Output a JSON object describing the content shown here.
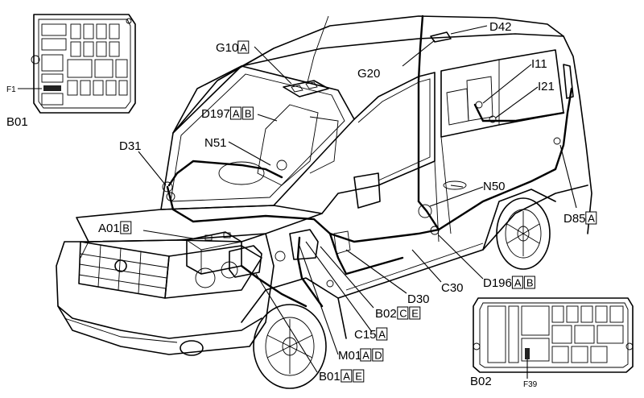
{
  "labels": {
    "g10": {
      "code": "G10",
      "boxes": [
        "A"
      ]
    },
    "d42": {
      "code": "D42",
      "boxes": []
    },
    "g20": {
      "code": "G20",
      "boxes": []
    },
    "i11": {
      "code": "I11",
      "boxes": []
    },
    "i21": {
      "code": "I21",
      "boxes": []
    },
    "d197": {
      "code": "D197",
      "boxes": [
        "A",
        "B"
      ]
    },
    "n51": {
      "code": "N51",
      "boxes": []
    },
    "d31": {
      "code": "D31",
      "boxes": []
    },
    "n50": {
      "code": "N50",
      "boxes": []
    },
    "d85": {
      "code": "D85",
      "boxes": [
        "A"
      ]
    },
    "a01": {
      "code": "A01",
      "boxes": [
        "B"
      ]
    },
    "d30": {
      "code": "D30",
      "boxes": []
    },
    "c30": {
      "code": "C30",
      "boxes": []
    },
    "d196": {
      "code": "D196",
      "boxes": [
        "A",
        "B"
      ]
    },
    "b02c": {
      "code": "B02",
      "boxes": [
        "C",
        "E"
      ]
    },
    "c15": {
      "code": "C15",
      "boxes": [
        "A"
      ]
    },
    "m01": {
      "code": "M01",
      "boxes": [
        "A",
        "D"
      ]
    },
    "b01a": {
      "code": "B01",
      "boxes": [
        "A",
        "E"
      ]
    }
  },
  "inset_b01": {
    "title": "B01",
    "fuse_label": "F1"
  },
  "inset_b02": {
    "title": "B02",
    "fuse_label": "F39"
  },
  "colors": {
    "ink": "#000000",
    "paper": "#ffffff"
  }
}
